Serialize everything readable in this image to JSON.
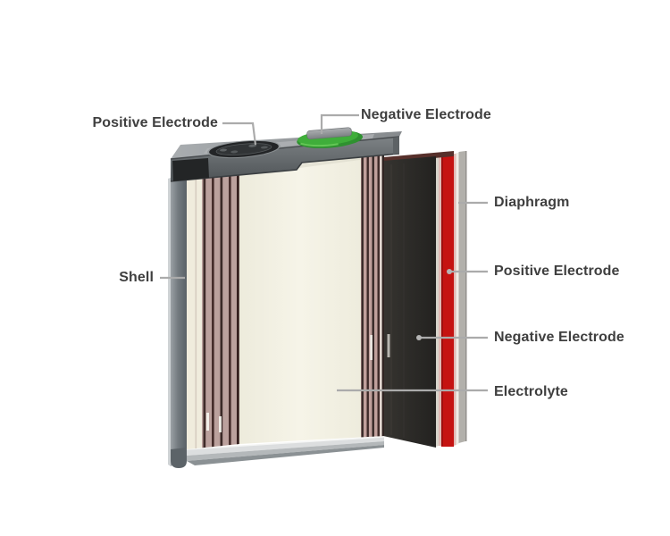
{
  "diagram": {
    "type": "battery-cell-cutaway",
    "labels": {
      "positive_electrode_top": "Positive Electrode",
      "negative_electrode_top": "Negative Electrode",
      "diaphragm": "Diaphragm",
      "positive_electrode_side": "Positive Electrode",
      "negative_electrode_side": "Negative Electrode",
      "electrolyte": "Electrolyte",
      "shell": "Shell"
    },
    "colors": {
      "background": "#ffffff",
      "label_text": "#3f3f3f",
      "leader_line": "#ababab",
      "shell_gray": "#6d7478",
      "lid_top_gray": "#9aa0a3",
      "lid_front_gray": "#5f6466",
      "terminal_positive_black": "#232527",
      "terminal_negative_green": "#3fae3a",
      "electrolyte_cream": "#f4f2e5",
      "negative_sheet_black": "#2b2a27",
      "positive_sheet_red": "#c51311",
      "diaphragm_gray": "#b2b0ab",
      "winding_stripe_dark": "#3e2b29",
      "winding_stripe_mauve": "#bba19d"
    }
  }
}
